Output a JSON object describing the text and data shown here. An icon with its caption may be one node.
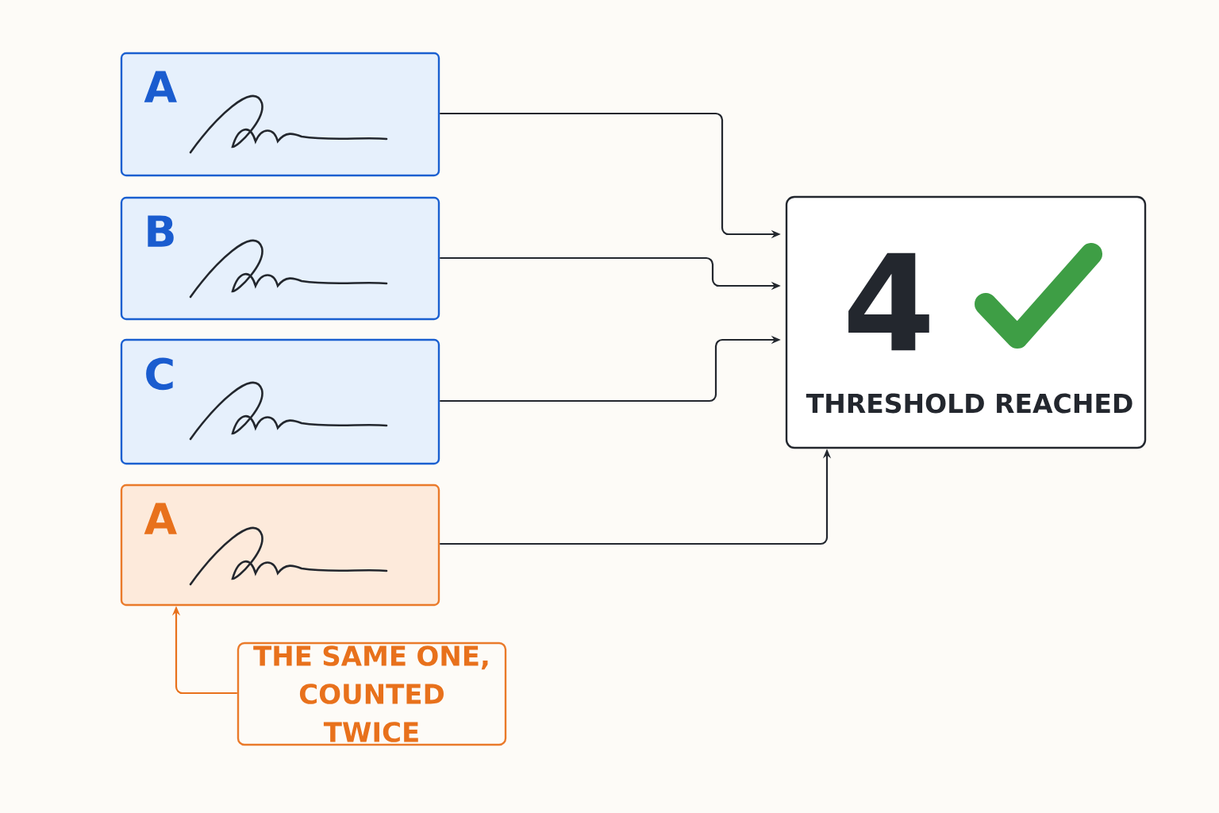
{
  "diagram": {
    "nodes": [
      {
        "text": [
          "A"
        ]
      },
      {
        "text": [
          "B"
        ]
      },
      {
        "text": [
          "C"
        ]
      },
      {
        "text": [
          "A"
        ]
      },
      {
        "text": [
          "4",
          "THRESHOLD REACHED"
        ]
      },
      {
        "text": [
          "THE SAME ONE, COUNTED TWICE"
        ]
      }
    ],
    "edges": [
      {
        "from": 0,
        "to": 4,
        "arrow": "to"
      },
      {
        "from": 1,
        "to": 4,
        "arrow": "to"
      },
      {
        "from": 2,
        "to": 4,
        "arrow": "to"
      },
      {
        "from": 3,
        "to": 4,
        "arrow": "to"
      },
      {
        "from": 5,
        "to": 3,
        "arrow": "to",
        "color": "#e8711c"
      }
    ]
  }
}
